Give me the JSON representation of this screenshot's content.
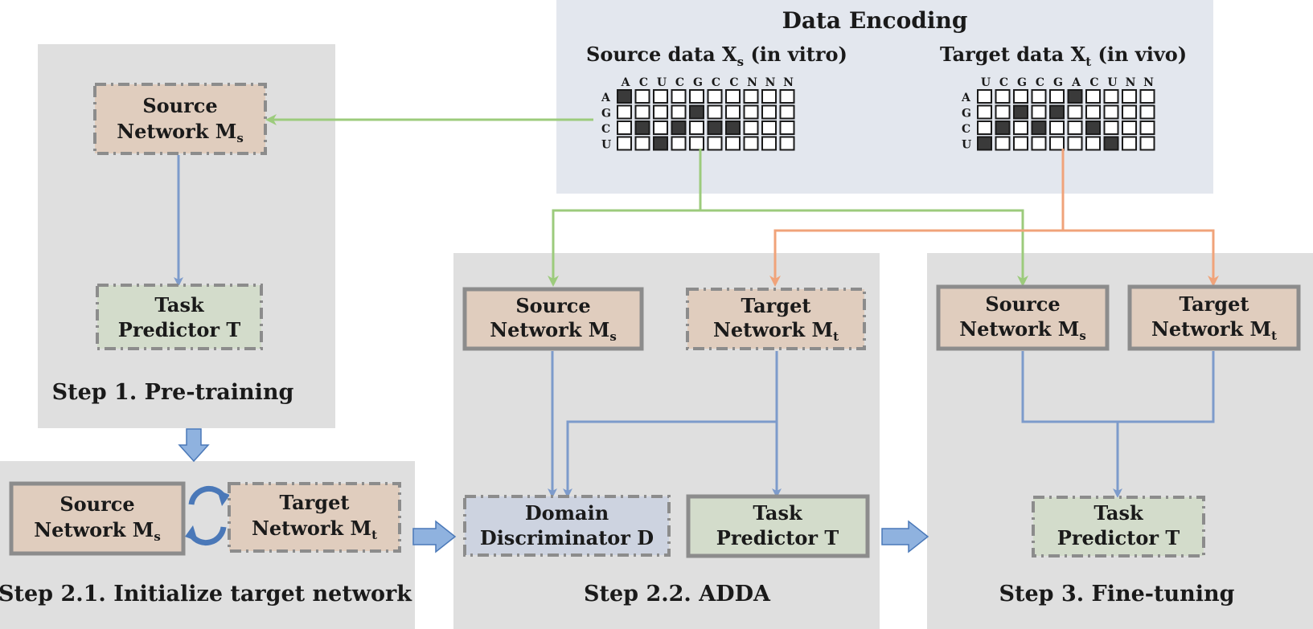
{
  "encoding": {
    "title": "Data Encoding",
    "source_label": "Source data X",
    "source_sub": "s",
    "source_suffix": "(in vitro)",
    "target_label": "Target data X",
    "target_sub": "t",
    "target_suffix": "(in vivo)",
    "row_labels": [
      "A",
      "G",
      "C",
      "U"
    ],
    "source_seq": [
      "A",
      "C",
      "U",
      "C",
      "G",
      "C",
      "C",
      "N",
      "N",
      "N"
    ],
    "target_seq": [
      "U",
      "C",
      "G",
      "C",
      "G",
      "A",
      "C",
      "U",
      "N",
      "N"
    ]
  },
  "step1": {
    "source_network": [
      "Source",
      "Network M",
      "s"
    ],
    "task_predictor": [
      "Task",
      "Predictor T"
    ],
    "label": "Step 1. Pre-training"
  },
  "step21": {
    "source_network": [
      "Source",
      "Network M",
      "s"
    ],
    "target_network": [
      "Target",
      "Network M",
      "t"
    ],
    "label": "Step 2.1. Initialize target network"
  },
  "step22": {
    "source_network": [
      "Source",
      "Network M",
      "s"
    ],
    "target_network": [
      "Target",
      "Network M",
      "t"
    ],
    "discriminator": [
      "Domain",
      "Discriminator D"
    ],
    "task_predictor": [
      "Task",
      "Predictor T"
    ],
    "label": "Step 2.2. ADDA"
  },
  "step3": {
    "source_network": [
      "Source",
      "Network M",
      "s"
    ],
    "target_network": [
      "Target",
      "Network M",
      "t"
    ],
    "task_predictor": [
      "Task",
      "Predictor T"
    ],
    "label": "Step 3. Fine-tuning"
  },
  "colors": {
    "panel": "#dfdfdf",
    "encoding_panel": "#e3e7ee",
    "network_box": "#e0cdbe",
    "task_box": "#d3dccb",
    "discriminator_box": "#cdd3e0",
    "arrow_blue": "#7d9bcb",
    "arrow_green": "#9ccb7c",
    "arrow_orange": "#f0a37a"
  }
}
